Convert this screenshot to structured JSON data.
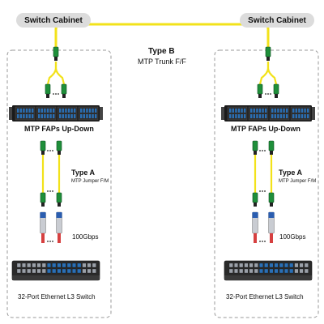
{
  "cabinets": {
    "left": "Switch Cabinet",
    "right": "Switch Cabinet"
  },
  "trunk": {
    "type": "Type B",
    "desc": "MTP Trunk F/F"
  },
  "sides": [
    {
      "fap_label": "MTP FAPs Up-Down",
      "jumper_type": "Type A",
      "jumper_desc": "MTP Jumper F/M",
      "speed": "100Gbps",
      "switch_label": "32-Port Ethernet L3 Switch"
    },
    {
      "fap_label": "MTP FAPs Up-Down",
      "jumper_type": "Type A",
      "jumper_desc": "MTP Jumper F/M",
      "speed": "100Gbps",
      "switch_label": "32-Port Ethernet L3 Switch"
    }
  ],
  "colors": {
    "fiber": "#f2e21a",
    "connector": "#1f8f3a",
    "panel": "#1a1a1a",
    "port": "#2a6fb5",
    "border": "#9a9a9a"
  }
}
